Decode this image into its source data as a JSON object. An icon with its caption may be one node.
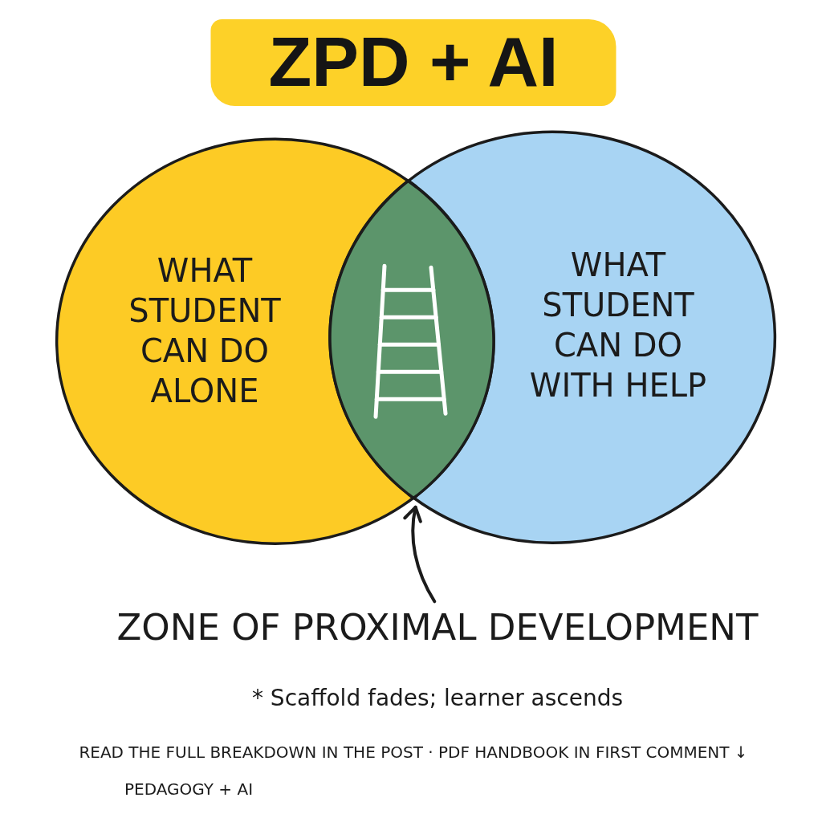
{
  "diagram": {
    "title": "ZPD + AI",
    "nodes": [
      {
        "text": [
          "WHAT STUDENT CAN DO ALONE"
        ]
      },
      {
        "text": [
          "WHAT STUDENT CAN DO WITH HELP"
        ]
      },
      {
        "text": [],
        "shape": "picture"
      },
      {
        "text": [
          "ZONE OF PROXIMAL DEVELOPMENT"
        ]
      }
    ],
    "edges": [
      {
        "from": 3,
        "to": 2,
        "arrow": "to"
      }
    ],
    "labels": [
      "* Scaffold fades; learner ascends",
      "READ THE FULL BREAKDOWN IN THE POST · PDF HANDBOOK IN FIRST COMMENT ↓",
      "PEDAGOGY + AI"
    ]
  }
}
